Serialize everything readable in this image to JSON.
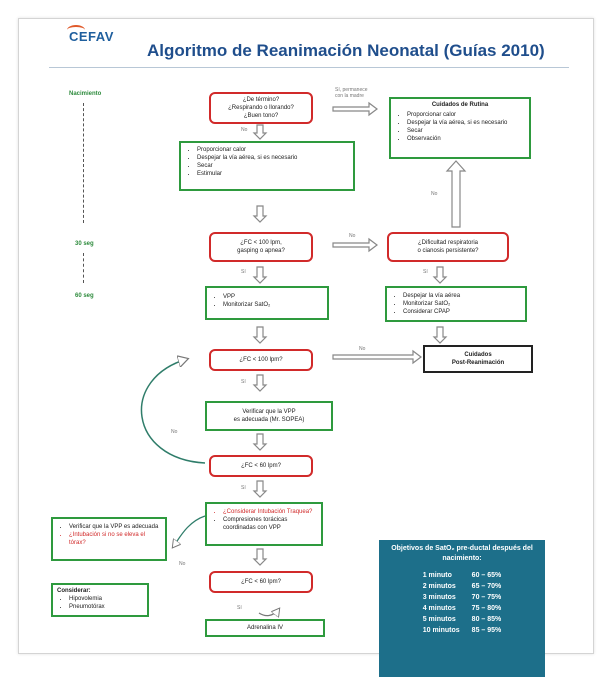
{
  "logo": "CEFAV",
  "title": "Algoritmo de Reanimación Neonatal (Guías 2010)",
  "timeline": [
    "Nacimiento",
    "30 seg",
    "60 seg"
  ],
  "box1": [
    "¿De término?",
    "¿Respirando o llorando?",
    "¿Buen tono?"
  ],
  "si_routine": "Sí, permanece con la madre",
  "routine": {
    "title": "Cuidados de Rutina",
    "items": [
      "Proporcionar calor",
      "Despejar la vía aérea, si es necesario",
      "Secar",
      "Observación"
    ]
  },
  "no1": "No",
  "box2": [
    "Proporcionar calor",
    "Despejar la vía aérea, si es necesario",
    "Secar",
    "Estimular"
  ],
  "box3": [
    "¿FC < 100 lpm,",
    "gasping o apnea?"
  ],
  "no2": "No",
  "box_dif": [
    "¿Dificultad respiratoria",
    "o cianosis persistente?"
  ],
  "no_up": "No",
  "si1": "Sí",
  "si_dif": "Sí",
  "box4": [
    "VPP",
    "Monitorizar SatO₂"
  ],
  "box_cpap": [
    "Despejar la vía aérea",
    "Monitorizar SatO₂",
    "Considerar CPAP"
  ],
  "box5": "¿FC < 100 lpm?",
  "no3": "No",
  "post": [
    "Cuidados",
    "Post-Reanimación"
  ],
  "si2": "Sí",
  "box6": [
    "Verificar que la VPP",
    "es adecuada (Mr. SOPEA)"
  ],
  "no_loop": "No",
  "box7": "¿FC < 60 lpm?",
  "si3": "Sí",
  "box8": {
    "red": "¿Considerar Intubación Traquea?",
    "item": "Compresiones torácicas coordinadas con VPP"
  },
  "left_box": {
    "item1": "Verificar que la VPP es adecuada",
    "item2": "¿Intubación si no se eleva el tórax?"
  },
  "no4": "No",
  "consider": {
    "title": "Considerar:",
    "items": [
      "Hipovolemia",
      "Pneumotórax"
    ]
  },
  "box9": "¿FC < 60 lpm?",
  "si4": "Sí",
  "box10": "Adrenalina IV",
  "oxygen": {
    "title": "Objetivos de SatO₂ pre-ductal después del nacimiento:",
    "rows": [
      {
        "time": "1 minuto",
        "range": "60 – 65%"
      },
      {
        "time": "2 minutos",
        "range": "65 – 70%"
      },
      {
        "time": "3 minutos",
        "range": "70 – 75%"
      },
      {
        "time": "4 minutos",
        "range": "75 – 80%"
      },
      {
        "time": "5 minutos",
        "range": "80 – 85%"
      },
      {
        "time": "10 minutos",
        "range": "85 – 95%"
      }
    ]
  }
}
